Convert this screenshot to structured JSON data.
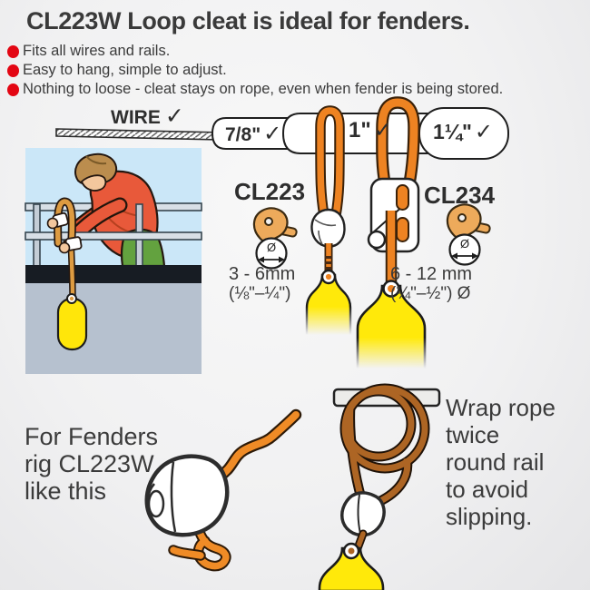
{
  "title": "CL223W Loop cleat is ideal for fenders.",
  "bullets": [
    "Fits all wires and rails.",
    "Easy to hang, simple to adjust.",
    "Nothing to loose - cleat stays on rope, even when fender is being stored."
  ],
  "diagram": {
    "wire_label": "WIRE",
    "wire_check": "✓",
    "rail_sizes": [
      {
        "label": "7/8\"",
        "check": "✓"
      },
      {
        "label": "1\"",
        "check": "✓"
      },
      {
        "label": "1¼\"",
        "check": "✓"
      }
    ],
    "products": [
      {
        "name": "CL223",
        "range_mm": "3 - 6mm",
        "range_inch": "(⅛\"–¼\")"
      },
      {
        "name": "CL234",
        "range_mm": "6 - 12 mm",
        "range_inch": "(¼\"–½\") Ø"
      }
    ],
    "diameter_symbol": "Ø"
  },
  "bottom_left": {
    "lines": [
      "For Fenders",
      "rig CL223W",
      "like this"
    ]
  },
  "bottom_right": {
    "lines": [
      "Wrap rope",
      "twice",
      "round rail",
      "to avoid",
      "slipping."
    ]
  },
  "colors": {
    "accent_red": "#e30613",
    "rope_orange": "#ee8322",
    "fender_yellow": "#ffe90a",
    "text": "#3b3b3b"
  }
}
